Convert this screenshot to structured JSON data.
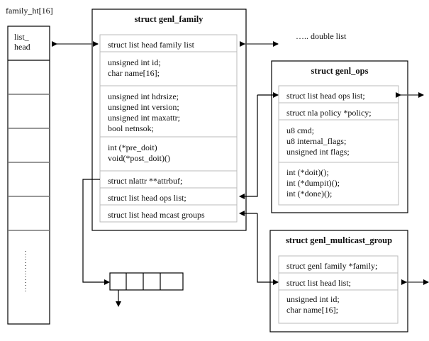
{
  "hash_table": {
    "label": "family_ht[16]",
    "first_cell": [
      "list_",
      "head"
    ]
  },
  "annotation": "….. double list",
  "genl_family": {
    "title": "struct genl_family",
    "rows": [
      [
        "struct list  head  family  list"
      ],
      [
        "unsigned int id;",
        "char name[16];"
      ],
      [
        "unsigned int hdrsize;",
        "unsigned int version;",
        "unsigned int maxattr;",
        "bool netnsok;"
      ],
      [
        "int (*pre_doit)",
        "void(*post_doit)()"
      ],
      [
        "struct nlattr  **attrbuf;"
      ],
      [
        "struct list  head  ops  list;"
      ],
      [
        "struct list  head  mcast  groups"
      ]
    ]
  },
  "genl_ops": {
    "title": "struct genl_ops",
    "rows": [
      [
        "struct list  head ops  list;"
      ],
      [
        "struct nla  policy *policy;"
      ],
      [
        "u8 cmd;",
        "u8 internal_flags;",
        "unsigned int flags;"
      ],
      [
        "int (*doit)();",
        "int (*dumpit)();",
        "int (*done)();"
      ]
    ]
  },
  "genl_multicast_group": {
    "title": "struct genl_multicast_group",
    "rows": [
      [
        "struct genl  family *family;"
      ],
      [
        "struct list  head list;"
      ],
      [
        "unsigned int id;",
        "char name[16];"
      ]
    ]
  }
}
